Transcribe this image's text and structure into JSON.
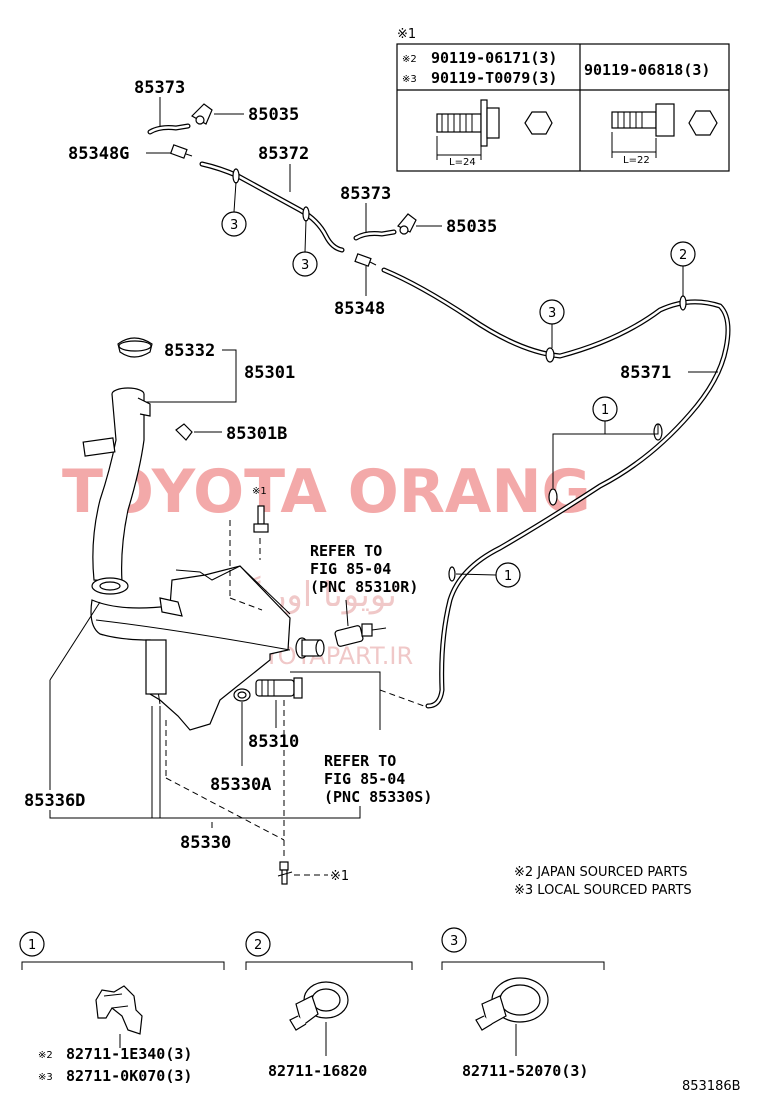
{
  "watermark": {
    "main": "TOYOTA ORANG",
    "persian": "تویوتا اورنگ",
    "site": "TOYOTAPART.IR"
  },
  "callouts": {
    "p85373_top": "85373",
    "p85035_top": "85035",
    "p85348G": "85348G",
    "p85372": "85372",
    "p85373_mid": "85373",
    "p85035_mid": "85035",
    "p85348": "85348",
    "p85332": "85332",
    "p85301": "85301",
    "p85301B": "85301B",
    "p85371": "85371",
    "p85310": "85310",
    "p85330A": "85330A",
    "p85336D": "85336D",
    "p85330": "85330",
    "mark1_a": "※1",
    "mark1_b": "※1"
  },
  "refers": [
    {
      "l1": "REFER TO",
      "l2": "FIG 85-04",
      "l3": "(PNC 85310R)"
    },
    {
      "l1": "REFER TO",
      "l2": "FIG 85-04",
      "l3": "(PNC 85330S)"
    }
  ],
  "clip_circles": {
    "one": "1",
    "two": "2",
    "three": "3"
  },
  "bolt_table": {
    "title": "※1",
    "left_row1_mark": "※2",
    "left_row1_pn": "90119-06171(3)",
    "left_row2_mark": "※3",
    "left_row2_pn": "90119-T0079(3)",
    "right_pn": "90119-06818(3)",
    "left_len": "L=24",
    "right_len": "L=22"
  },
  "legend": {
    "line1": "※2 JAPAN SOURCED PARTS",
    "line2": "※3 LOCAL SOURCED PARTS"
  },
  "clips": [
    {
      "circle": "1",
      "row1_mark": "※2",
      "row1": "82711-1E340(3)",
      "row2_mark": "※3",
      "row2": "82711-0K070(3)"
    },
    {
      "circle": "2",
      "pn": "82711-16820"
    },
    {
      "circle": "3",
      "pn": "82711-52070(3)"
    }
  ],
  "drawing_id": "853186B"
}
